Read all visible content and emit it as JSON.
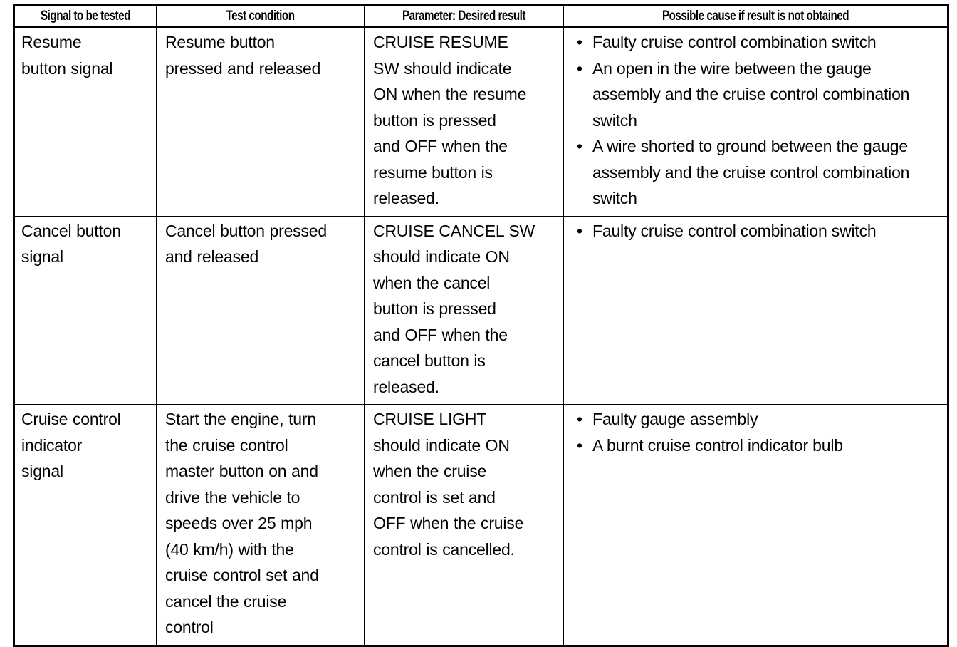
{
  "document": {
    "type": "diagnostic-table",
    "bullet_glyph": "•"
  },
  "table": {
    "headers": [
      "Signal to be tested",
      "Test condition",
      "Parameter: Desired result",
      "Possible cause if result is not obtained"
    ],
    "rows": [
      {
        "signal": "Resume\nbutton signal",
        "condition": "Resume button\npressed and released",
        "parameter": "CRUISE RESUME\nSW should indicate\nON when the resume\nbutton is pressed\nand OFF when the\nresume button is\nreleased.",
        "causes": [
          "Faulty cruise control combination switch",
          "An open in the wire between the gauge assembly and the cruise control combination switch",
          "A wire shorted to ground between the gauge assembly and the cruise control combination switch"
        ]
      },
      {
        "signal": "Cancel button\nsignal",
        "condition": "Cancel button pressed\nand released",
        "parameter": "CRUISE CANCEL SW\nshould indicate ON\nwhen the cancel\nbutton is pressed\nand OFF when the\ncancel button is\nreleased.",
        "causes": [
          "Faulty cruise control combination switch"
        ]
      },
      {
        "signal": "Cruise control\nindicator\nsignal",
        "condition": "Start the engine, turn\nthe cruise control\nmaster button on and\ndrive the vehicle to\nspeeds over 25 mph\n(40 km/h) with the\ncruise control set and\ncancel the cruise\ncontrol",
        "parameter": "CRUISE LIGHT\nshould indicate ON\nwhen the cruise\ncontrol is set and\nOFF when the cruise\ncontrol is cancelled.",
        "causes": [
          "Faulty gauge assembly",
          "A burnt cruise control indicator bulb"
        ]
      }
    ]
  }
}
